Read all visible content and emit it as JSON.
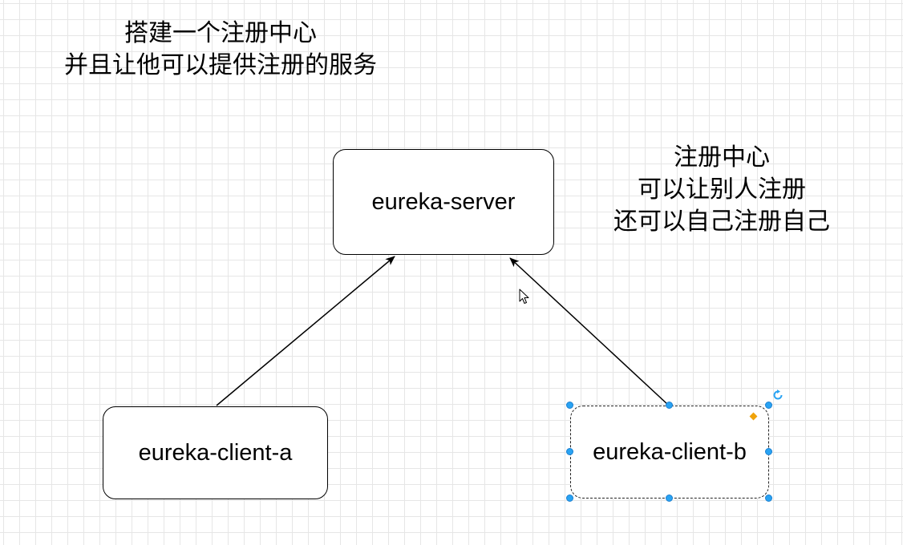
{
  "notes": {
    "top": [
      "搭建一个注册中心",
      "并且让他可以提供注册的服务"
    ],
    "right": [
      "注册中心",
      "可以让别人注册",
      "还可以自己注册自己"
    ]
  },
  "nodes": {
    "server": "eureka-server",
    "client_a": "eureka-client-a",
    "client_b": "eureka-client-b"
  },
  "edges": [
    {
      "from": "eureka-client-a",
      "to": "eureka-server"
    },
    {
      "from": "eureka-client-b",
      "to": "eureka-server"
    }
  ],
  "selection": {
    "selected_node": "eureka-client-b",
    "handle_color": "#29a3f3"
  },
  "icons": {
    "rotate": "rotate-icon",
    "cursor": "mouse-cursor-icon"
  }
}
